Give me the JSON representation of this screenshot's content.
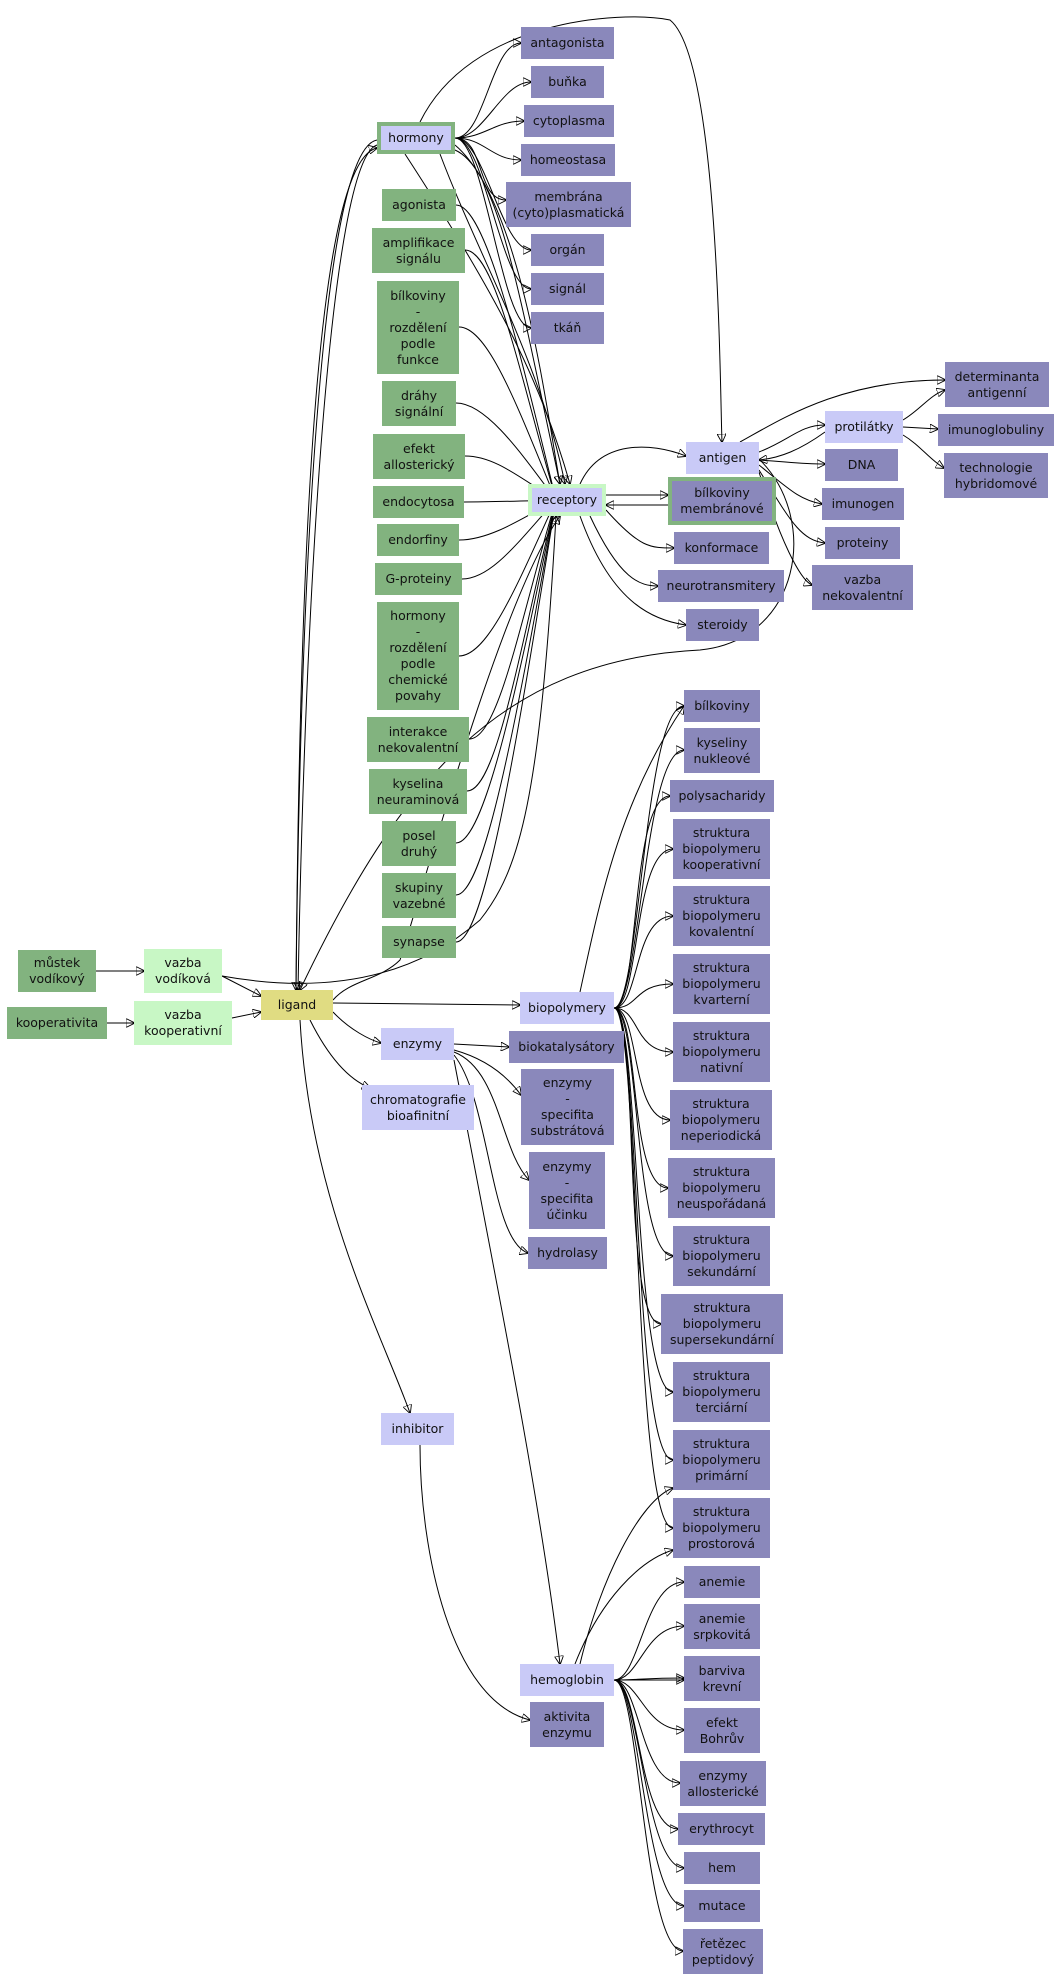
{
  "nodes": {
    "mustek": "můstek\nvodíkový",
    "kooperativita": "kooperativita",
    "vazba_vodikova": "vazba\nvodíková",
    "vazba_kooperativni": "vazba\nkooperativní",
    "ligand": "ligand",
    "hormony": "hormony",
    "antagonista": "antagonista",
    "bunka": "buňka",
    "cytoplasma": "cytoplasma",
    "homeostasa": "homeostasa",
    "membrana": "membrána\n(cyto)plasmatická",
    "organ": "orgán",
    "signal": "signál",
    "tkan": "tkáň",
    "agonista": "agonista",
    "amplifikace": "amplifikace\nsignálu",
    "bilkoviny_rozdeleni": "bílkoviny\n-\nrozdělení\npodle\nfunkce",
    "drahy": "dráhy\nsignální",
    "efekt_allostericky": "efekt\nallosterický",
    "endocytosa": "endocytosa",
    "endorfiny": "endorfiny",
    "gproteiny": "G-proteiny",
    "hormony_rozdeleni": "hormony\n-\nrozdělení\npodle\nchemické\npovahy",
    "interakce": "interakce\nnekovalentní",
    "kyselina_neuraminova": "kyselina\nneuraminová",
    "posel": "posel\ndruhý",
    "skupiny": "skupiny\nvazebné",
    "synapse": "synapse",
    "receptory": "receptory",
    "antigen": "antigen",
    "bilkoviny_membranove": "bílkoviny\nmembránové",
    "konformace": "konformace",
    "neurotransmitery": "neurotransmitery",
    "steroidy": "steroidy",
    "protilatky": "protilátky",
    "dna": "DNA",
    "imunogen": "imunogen",
    "proteiny": "proteiny",
    "vazba_nekovalentni": "vazba\nnekovalentní",
    "determinanta": "determinanta\nantigenní",
    "imunoglobuliny": "imunoglobuliny",
    "technologie": "technologie\nhybridomové",
    "bilkoviny": "bílkoviny",
    "kyseliny_nukleove": "kyseliny\nnukleové",
    "polysacharidy": "polysacharidy",
    "sb_kooperativni": "struktura\nbiopolymeru\nkooperativní",
    "sb_kovalentni": "struktura\nbiopolymeru\nkovalentní",
    "sb_kvarterni": "struktura\nbiopolymeru\nkvarterní",
    "sb_nativni": "struktura\nbiopolymeru\nnativní",
    "sb_neperiodicka": "struktura\nbiopolymeru\nneperiodická",
    "sb_neusporadana": "struktura\nbiopolymeru\nneuspořádaná",
    "sb_sekundarni": "struktura\nbiopolymeru\nsekundární",
    "sb_supersekundarni": "struktura\nbiopolymeru\nsupersekundární",
    "sb_terciarni": "struktura\nbiopolymeru\nterciární",
    "sb_primarni": "struktura\nbiopolymeru\nprimární",
    "sb_prostorova": "struktura\nbiopolymeru\nprostorová",
    "biopolymery": "biopolymery",
    "enzymy": "enzymy",
    "biokatalysatory": "biokatalysátory",
    "enzymy_substratova": "enzymy\n-\nspecifita\nsubstrátová",
    "enzymy_ucinku": "enzymy\n-\nspecifita\núčinku",
    "hydrolasy": "hydrolasy",
    "chromatografie": "chromatografie\nbioafinitní",
    "inhibitor": "inhibitor",
    "hemoglobin": "hemoglobin",
    "aktivita_enzymu": "aktivita\nenzymu",
    "anemie": "anemie",
    "anemie_srpkovita": "anemie\nsrpkovitá",
    "barviva_krevni": "barviva\nkrevní",
    "efekt_bohruv": "efekt\nBohrův",
    "enzymy_allostericke": "enzymy\nallosterické",
    "erythrocyt": "erythrocyt",
    "hem": "hem",
    "mutace": "mutace",
    "retezec": "řetězec\npeptidový"
  },
  "colors": {
    "green": "#82b37f",
    "purple": "#8a88bb",
    "lavender": "#c9caf7",
    "mint": "#c8f7c5",
    "yellow": "#e0dc82",
    "edge": "#000000"
  }
}
